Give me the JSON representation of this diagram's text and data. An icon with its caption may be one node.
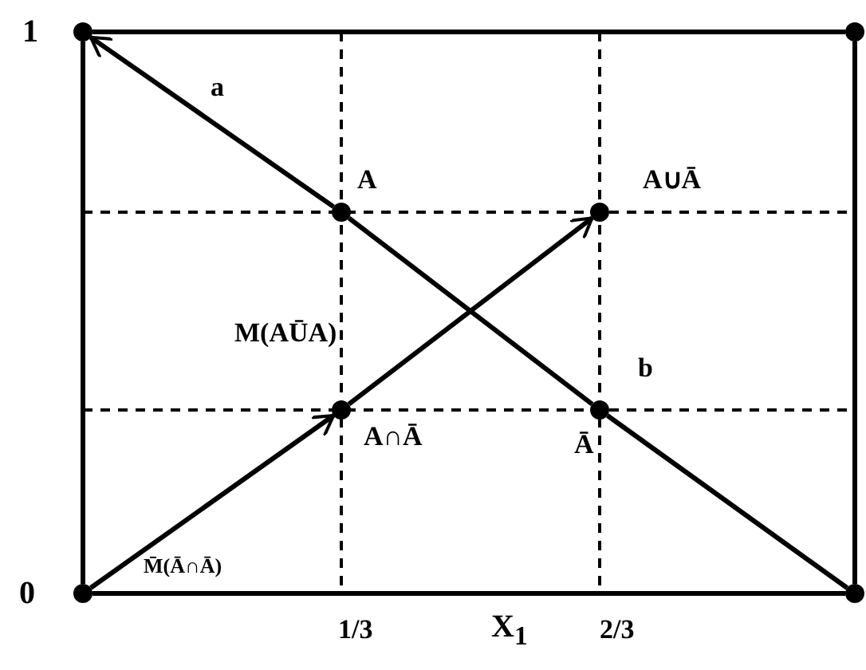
{
  "diagram": {
    "nodes": [
      {
        "text": [],
        "shape": "circle"
      },
      {
        "text": [],
        "shape": "circle"
      },
      {
        "text": [],
        "shape": "circle",
        "beside": [
          "A"
        ]
      },
      {
        "text": [],
        "shape": "circle",
        "beside": [
          "A∪Ā"
        ]
      },
      {
        "text": [],
        "shape": "circle",
        "beside": [
          "b",
          "Ā"
        ]
      },
      {
        "text": [],
        "shape": "circle",
        "beside": [
          "A∩Ā"
        ]
      },
      {
        "text": [],
        "shape": "circle"
      },
      {
        "text": [],
        "shape": "circle"
      }
    ],
    "edges": [
      {
        "from": 0,
        "to": 1,
        "arrow": "none"
      },
      {
        "from": 1,
        "to": 7,
        "arrow": "none"
      },
      {
        "from": 6,
        "to": 0,
        "arrow": "none"
      },
      {
        "from": 6,
        "to": 7,
        "arrow": "none"
      },
      {
        "from": 7,
        "to": 4,
        "arrow": "none"
      },
      {
        "from": 4,
        "to": 2,
        "arrow": "none"
      },
      {
        "from": 2,
        "to": 0,
        "arrow": "to",
        "label": "a"
      },
      {
        "from": 6,
        "to": 5,
        "arrow": "to",
        "label": "M̄(Ā∩Ā)"
      },
      {
        "from": 5,
        "to": 3,
        "arrow": "to"
      }
    ],
    "labels": [
      "1",
      "M(AŪA)",
      "0",
      "1/3",
      "X$_{1}$",
      "2/3"
    ]
  }
}
